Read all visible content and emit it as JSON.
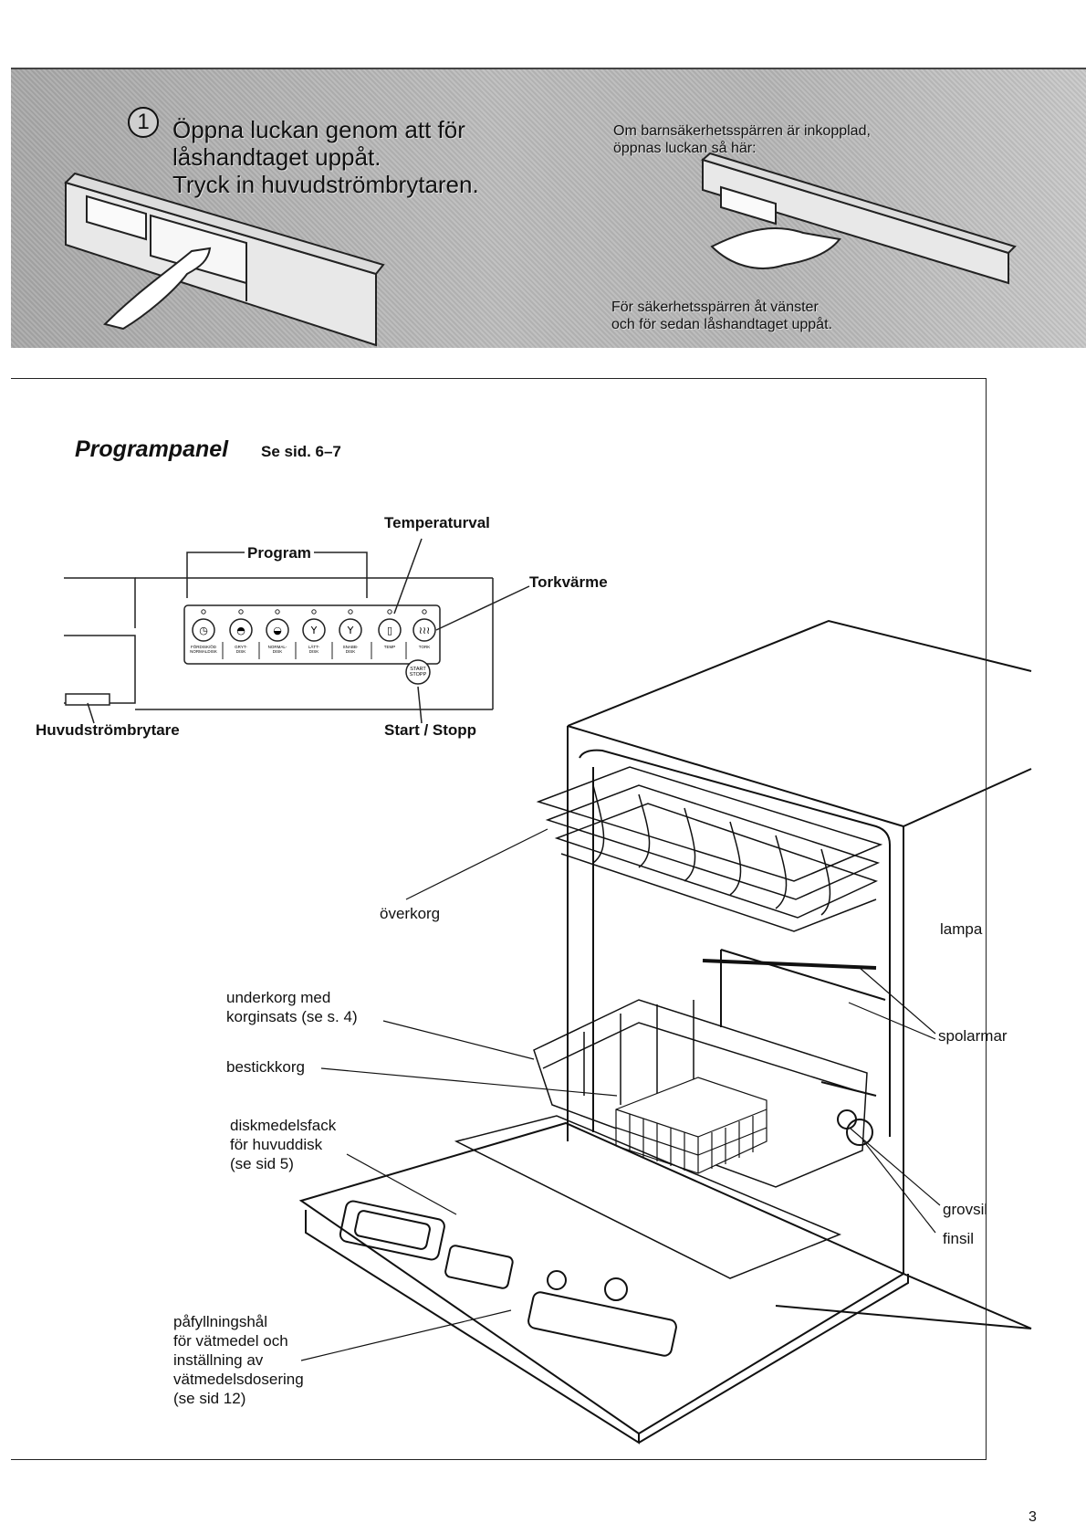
{
  "banner": {
    "step_number": "1",
    "step_lines": [
      "Öppna luckan genom att för",
      "låshandtaget uppåt.",
      "Tryck in huvudströmbrytaren."
    ],
    "child_lock_note_lines": [
      "Om barnsäkerhetsspärren är inkopplad,",
      "öppnas luckan så här:"
    ],
    "child_lock_action_lines": [
      "För säkerhetsspärren åt vänster",
      "och för sedan låshandtaget uppåt."
    ]
  },
  "section": {
    "title": "Programpanel",
    "reference": "Se sid. 6–7"
  },
  "panel_labels": {
    "program": "Program",
    "temperature": "Temperaturval",
    "drying_heat": "Torkvärme",
    "main_switch": "Huvudströmbrytare",
    "start_stop": "Start / Stopp"
  },
  "panel_buttons": [
    {
      "icon": "prewash-icon",
      "caption_lines": [
        "FÖRDISK/ÖD",
        "NORMALDISK"
      ]
    },
    {
      "icon": "pot-icon",
      "caption_lines": [
        "GRYT-",
        "DISK"
      ]
    },
    {
      "icon": "cup-icon",
      "caption_lines": [
        "NORMAL-",
        "DISK"
      ]
    },
    {
      "icon": "glass-icon",
      "caption_lines": [
        "LÄTT-",
        "DISK"
      ]
    },
    {
      "icon": "quick-glass-icon",
      "caption_lines": [
        "SNABB-",
        "DISK"
      ]
    },
    {
      "icon": "thermometer-icon",
      "caption_lines": [
        "TEMP"
      ]
    },
    {
      "icon": "steam-icon",
      "caption_lines": [
        "TORK"
      ]
    }
  ],
  "start_button_lines": [
    "START",
    "STOPP"
  ],
  "parts": {
    "upper_basket": "överkorg",
    "lamp": "lampa",
    "lower_basket_lines": [
      "underkorg med",
      "korginsats (se s. 4)"
    ],
    "spray_arms": "spolarmar",
    "cutlery_basket": "bestickkorg",
    "detergent_lines": [
      "diskmedelsfack",
      "för huvuddisk",
      "(se sid 5)"
    ],
    "coarse_filter": "grovsil",
    "fine_filter": "finsil",
    "rinse_aid_lines": [
      "påfyllningshål",
      "för vätmedel och",
      "inställning av",
      "vätmedelsdosering",
      "(se sid 12)"
    ]
  },
  "page_number": "3"
}
